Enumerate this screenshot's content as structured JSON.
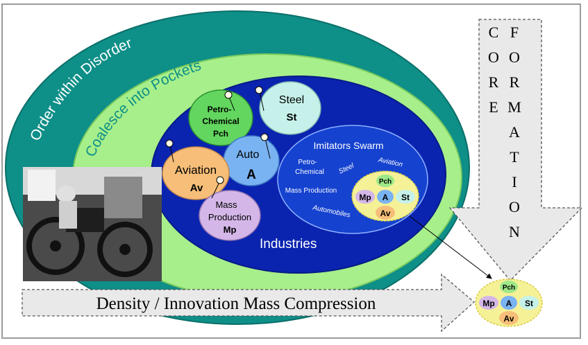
{
  "outer_ring": {
    "label": "Order within Disorder"
  },
  "middle_ring": {
    "label": "Coalesce into Pockets"
  },
  "inner_ring": {
    "label": "Industries"
  },
  "industries": {
    "petrochemical": {
      "line1": "Petro-",
      "line2": "Chemical",
      "abbr": "Pch"
    },
    "steel": {
      "name": "Steel",
      "abbr": "St"
    },
    "auto": {
      "name": "Auto",
      "abbr": "A"
    },
    "aviation": {
      "name": "Aviation",
      "abbr": "Av"
    },
    "mass_production": {
      "line1": "Mass",
      "line2": "Production",
      "abbr": "Mp"
    }
  },
  "imitators": {
    "title": "Imitators Swarm",
    "petro_line1": "Petro-",
    "petro_line2": "Chemical",
    "steel": "Steel",
    "aviation": "Aviation",
    "mass_production": "Mass Production",
    "automobiles": "Automobiles"
  },
  "cluster": {
    "pch": "Pch",
    "mp": "Mp",
    "a": "A",
    "st": "St",
    "av": "Av"
  },
  "core_formation": {
    "col1": [
      "C",
      "O",
      "R",
      "E"
    ],
    "col2": [
      "F",
      "O",
      "R",
      "M",
      "A",
      "T",
      "I",
      "O",
      "N"
    ]
  },
  "compression_label": "Density / Innovation Mass Compression",
  "colors": {
    "outer_ring": "#0E8F88",
    "middle_ring": "#A6EF8A",
    "inner_ring": "#0A24B0",
    "imitators": "#1542CF",
    "petrochemical": "#62D65E",
    "steel": "#C6F1EA",
    "auto": "#7AB3F2",
    "aviation": "#F6BE78",
    "mass_production": "#D4B7E8",
    "cluster_fill": "#F5F197"
  }
}
